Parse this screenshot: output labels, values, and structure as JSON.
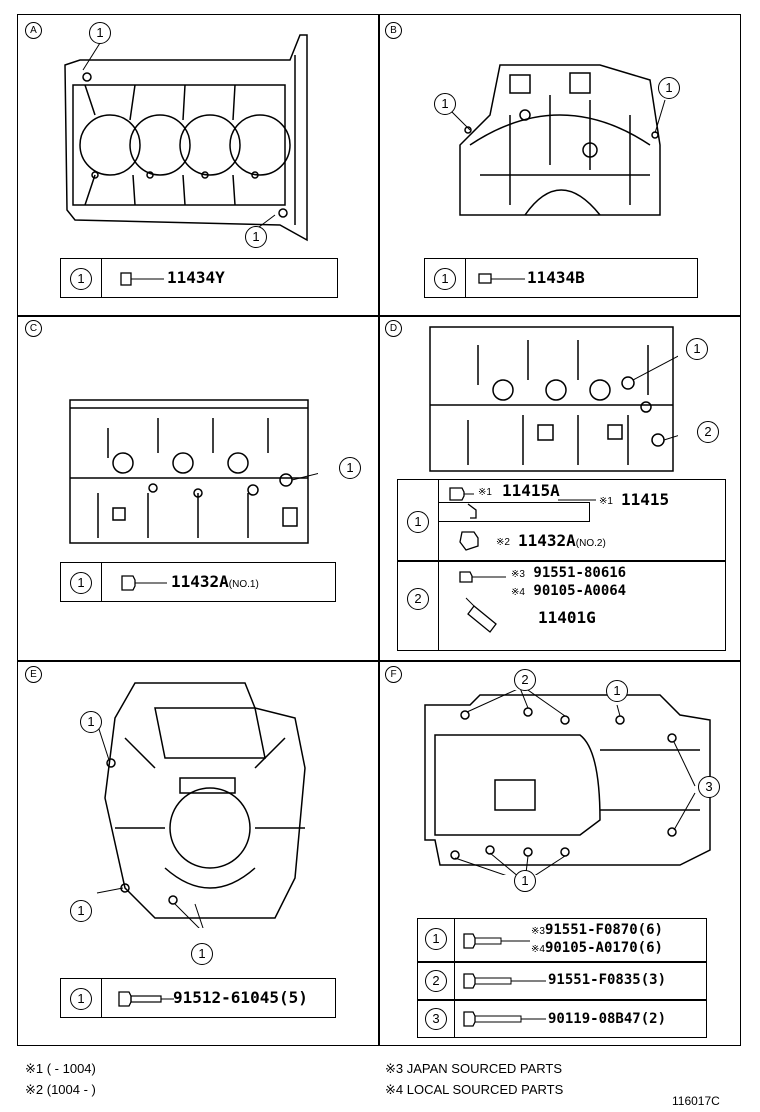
{
  "panels": {
    "A": {
      "letter": "A",
      "callout": "1",
      "part": "11434Y"
    },
    "B": {
      "letter": "B",
      "callout": "1",
      "part": "11434B"
    },
    "C": {
      "letter": "C",
      "callout": "1",
      "part": "11432A",
      "suffix": "(NO.1)"
    },
    "D": {
      "letter": "D",
      "callouts": [
        "1",
        "2"
      ],
      "row1": {
        "callout": "1",
        "mark1": "※1",
        "part1": "11415A",
        "mark2": "※1",
        "part2": "11415",
        "mark3": "※2",
        "part3": "11432A",
        "suffix3": "(NO.2)"
      },
      "row2": {
        "callout": "2",
        "mark_a": "※3",
        "part_a": "91551-80616",
        "mark_b": "※4",
        "part_b": "90105-A0064",
        "part_c": "11401G"
      }
    },
    "E": {
      "letter": "E",
      "callout": "1",
      "part": "91512-61045(5)"
    },
    "F": {
      "letter": "F",
      "callouts": [
        "1",
        "2",
        "3"
      ],
      "row1": {
        "callout": "1",
        "mark_a": "※3",
        "part_a": "91551-F0870(6)",
        "mark_b": "※4",
        "part_b": "90105-A0170(6)"
      },
      "row2": {
        "callout": "2",
        "part": "91551-F0835(3)"
      },
      "row3": {
        "callout": "3",
        "part": "90119-08B47(2)"
      }
    }
  },
  "notes": {
    "n1": "※1 (        - 1004)",
    "n2": "※2 (1004 -        )",
    "n3": "※3 JAPAN SOURCED PARTS",
    "n4": "※4 LOCAL SOURCED PARTS"
  },
  "figure_id": "116017C"
}
